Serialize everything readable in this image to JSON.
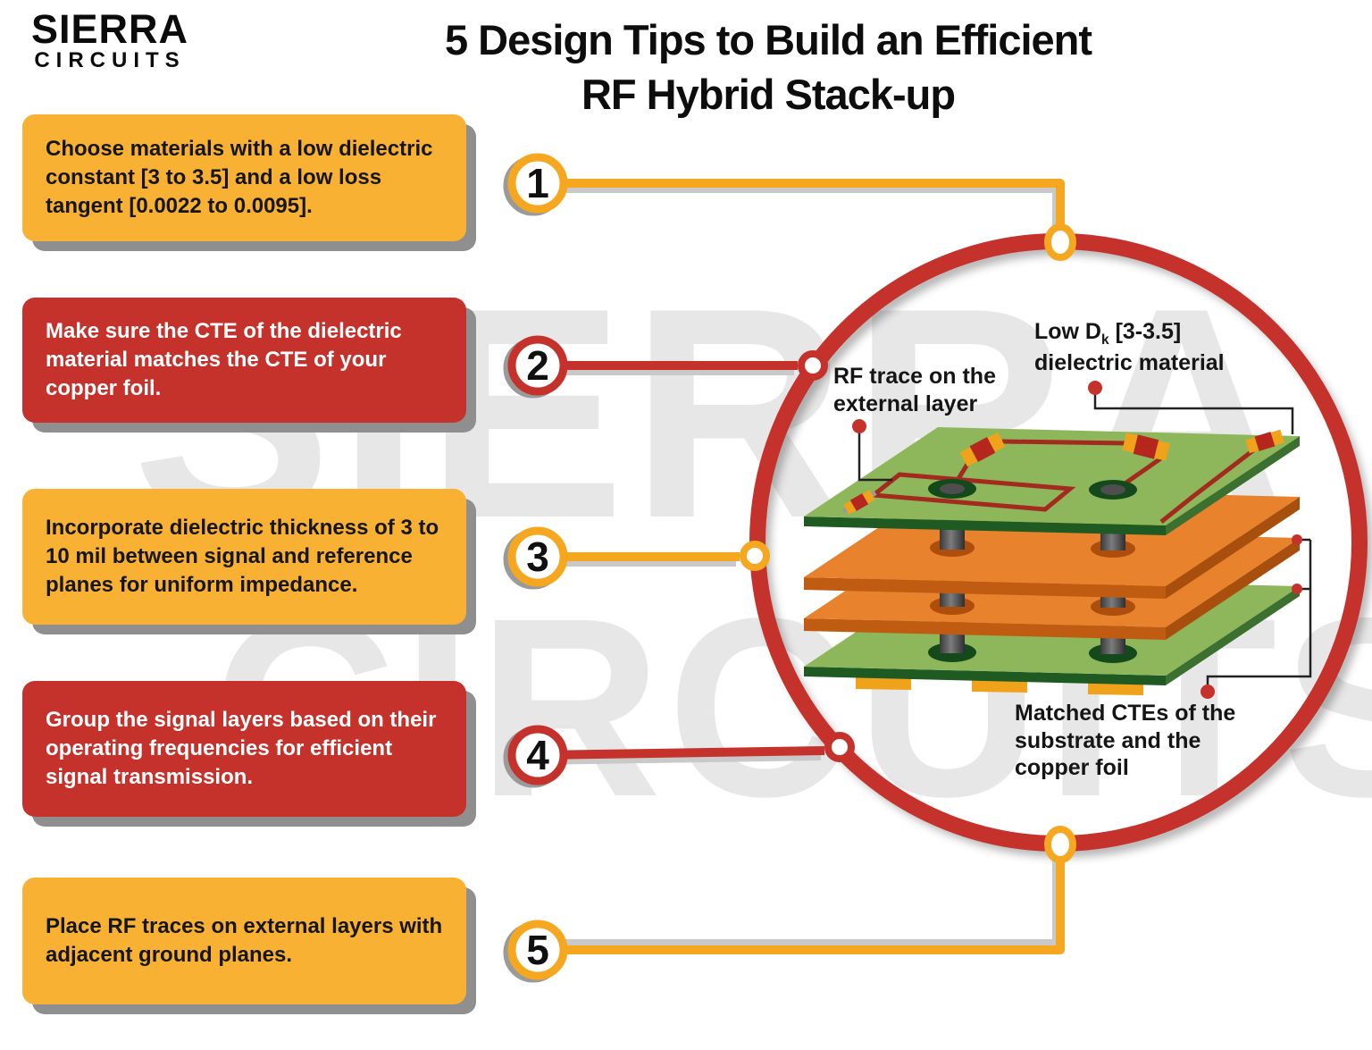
{
  "logo": {
    "name": "SIERRA",
    "tagline": "CIRCUITS"
  },
  "title": {
    "line1": "5 Design Tips to Build an Efficient",
    "line2": "RF Hybrid Stack-up"
  },
  "watermark": {
    "line1": "SIERRA",
    "line2": "CIRCUITS"
  },
  "steps": [
    {
      "number": "1",
      "color": "yellow",
      "text": "Choose materials with a low dielectric constant [3 to 3.5] and a low loss tangent [0.0022 to 0.0095]."
    },
    {
      "number": "2",
      "color": "red",
      "text": "Make sure the CTE of the dielectric material matches the CTE of your copper foil."
    },
    {
      "number": "3",
      "color": "yellow",
      "text": "Incorporate dielectric thickness of 3 to 10 mil between signal and reference planes for uniform impedance."
    },
    {
      "number": "4",
      "color": "red",
      "text": "Group the signal layers based on their operating frequencies for efficient signal transmission."
    },
    {
      "number": "5",
      "color": "yellow",
      "text": "Place RF traces on external layers with adjacent ground planes."
    }
  ],
  "diagram": {
    "labels": {
      "rf_trace": {
        "line1": "RF trace on the",
        "line2": "external layer"
      },
      "low_dk": {
        "prefix": "Low D",
        "sub": "k",
        "suffix": " [3-3.5]",
        "line2": "dielectric material"
      },
      "matched_cte": {
        "line1": "Matched CTEs of the",
        "line2": "substrate and  the",
        "line3": "copper foil"
      }
    }
  },
  "colors": {
    "yellow": "#F5A71F",
    "yellowBox": "#F9B134",
    "red": "#C5312B",
    "watermark": "#E7E7E7",
    "boxShadow": "#8F8F8F",
    "lineShadow": "#C9C9C9",
    "greenSurface": "#8DB75A",
    "greenEdge": "#1E5A21",
    "greenSide": "#3C7030",
    "orangeSurface": "#E8822C",
    "orangeEdge": "#C05C12",
    "orangeSide": "#A94F0E",
    "ringGreen": "#14491C",
    "ringOrange": "#AD4E0C",
    "via": "#4E4E4E",
    "pad": "#F1A21B",
    "trace": "#A32A1F",
    "leader": "#222222"
  }
}
